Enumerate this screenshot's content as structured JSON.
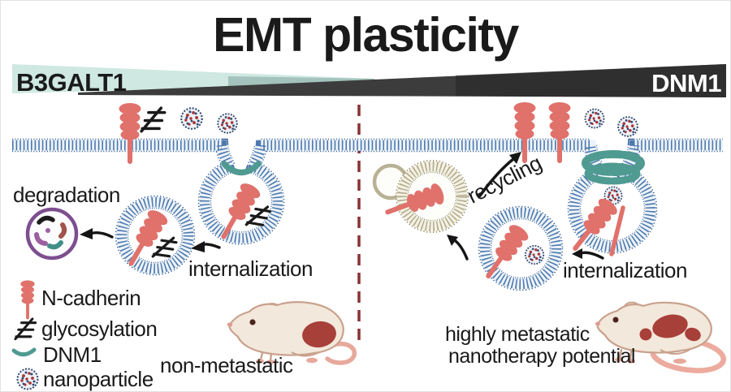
{
  "title": "EMT plasticity",
  "axis_band": {
    "left_label": "B3GALT1",
    "right_label": "DNM1",
    "left_color": "#cfe8e2",
    "right_color": "#353535"
  },
  "left_panel": {
    "degradation": "degradation",
    "internalization": "internalization",
    "mouse_caption": "non-metastatic"
  },
  "right_panel": {
    "recycling": "recycling",
    "internalization": "internalization",
    "mouse_caption_line1": "highly metastatic",
    "mouse_caption_line2": "nanotherapy potential"
  },
  "legend": {
    "items": [
      {
        "icon": "n-cadherin-icon",
        "label": "N-cadherin"
      },
      {
        "icon": "glycosylation-icon",
        "label": "glycosylation"
      },
      {
        "icon": "dnm1-icon",
        "label": "DNM1"
      },
      {
        "icon": "nanoparticle-icon",
        "label": "nanoparticle"
      }
    ]
  },
  "colors": {
    "n_cadherin": "#e0716b",
    "dnm1": "#4f9a91",
    "membrane_ticks": "#4d79ad",
    "membrane_edge": "#35609a",
    "divider": "#8a3133",
    "lysosome": "#7d4e8f",
    "recycling_vesicle": "#b3ab8a",
    "tumor": "#a8403a",
    "mouse_body": "#f2e8db",
    "mouse_outline": "#c9a18d",
    "arrow": "#151515"
  }
}
